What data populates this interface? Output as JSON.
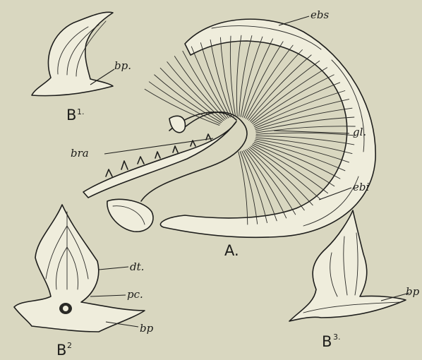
{
  "figures": {
    "A": {
      "caption": "A."
    },
    "B1": {
      "caption": "B",
      "index": "1."
    },
    "B2": {
      "caption": "B",
      "index": "2"
    },
    "B3": {
      "caption": "B",
      "index": "3."
    }
  },
  "labels": {
    "ebs": "ebs",
    "gl": "gl.",
    "bra": "bra",
    "ebi": "ebi",
    "bp_b1": "bp.",
    "dt": "dt.",
    "pc": "pc.",
    "bp_b2": "bp",
    "bp_b3": "bp"
  },
  "colors": {
    "paper": "#d9d7c0",
    "ink": "#1e1e1c"
  }
}
